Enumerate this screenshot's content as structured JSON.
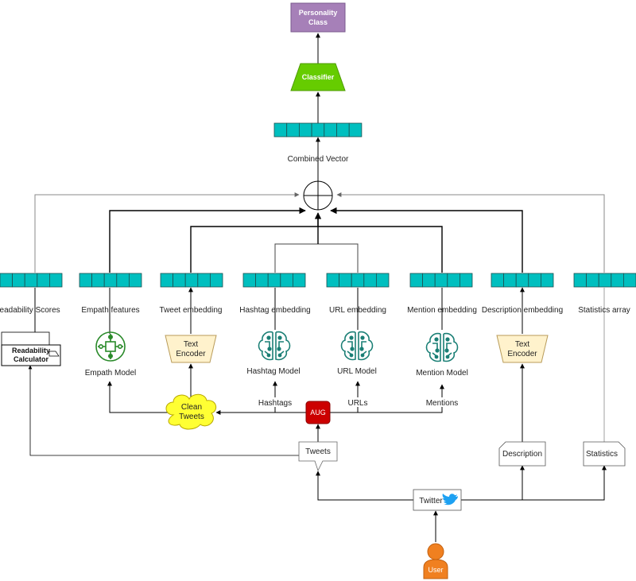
{
  "nodes": {
    "personality_class": "Personality Class",
    "classifier": "Classifier",
    "combined_vector": "Combined Vector",
    "readability_scores": "Readability Scores",
    "empath_features": "Empath features",
    "tweet_embedding": "Tweet embedding",
    "hashtag_embedding": "Hashtag embedding",
    "url_embedding": "URL embedding",
    "mention_embedding": "Mention embedding",
    "description_embedding": "Description embedding",
    "statistics_array": "Statistics array",
    "readability_calculator": "Readability Calculator",
    "empath_model": "Empath Model",
    "text_encoder_1": "Text Encoder",
    "hashtag_model": "Hashtag Model",
    "url_model": "URL Model",
    "mention_model": "Mention Model",
    "text_encoder_2": "Text Encoder",
    "clean_tweets": "Clean Tweets",
    "aug": "AUG",
    "hashtags": "Hashtags",
    "urls": "URLs",
    "mentions": "Mentions",
    "tweets": "Tweets",
    "description": "Description",
    "statistics": "Statistics",
    "twitter": "Twitter",
    "user": "User"
  },
  "colors": {
    "class_fill": "#a680b8",
    "classifier_fill": "#66cc00",
    "vector_fill": "#00bfbf",
    "encoder_fill": "#fff2cc",
    "model_icon": "#1a7f75",
    "empath_icon": "#2a8a2a",
    "cloud_fill": "#ffff33",
    "aug_fill": "#cc0000",
    "user_fill": "#f08020",
    "twitter_blue": "#1da1f2"
  }
}
